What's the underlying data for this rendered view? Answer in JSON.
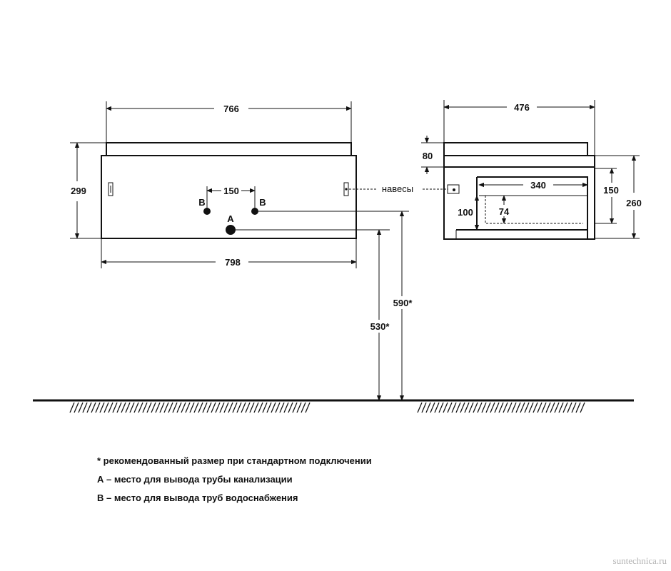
{
  "front_view": {
    "top_width_label": "766",
    "bottom_width_label": "798",
    "height_label": "299",
    "pipe_spacing_label": "150",
    "pipe_b_left_label": "B",
    "pipe_b_right_label": "B",
    "pipe_a_label": "A"
  },
  "side_view": {
    "depth_label": "476",
    "top_gap_label": "80",
    "drawer_depth_label": "340",
    "drawer_height_label": "150",
    "total_height_label": "260",
    "inner_height_label": "100",
    "inner_depth_label": "74"
  },
  "hinges_label": "навесы",
  "height_a_label": "530*",
  "height_b_label": "590*",
  "legend": [
    "* рекомендованный размер при стандартном подключении",
    "А – место для вывода трубы канализации",
    "В – место для вывода труб водоснабжения"
  ],
  "watermark": "suntechnica.ru"
}
